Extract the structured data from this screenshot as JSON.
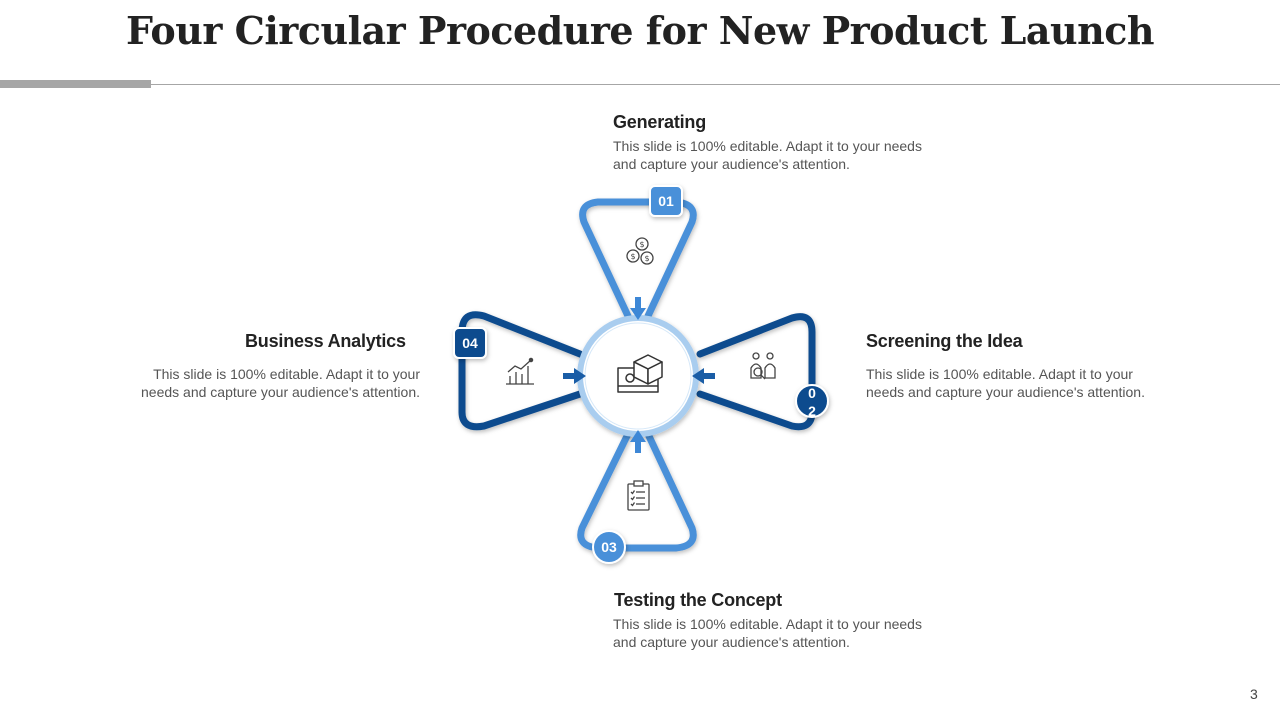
{
  "slide": {
    "title": "Four Circular Procedure for New Product Launch",
    "page_number": "3"
  },
  "steps": [
    {
      "number": "01",
      "heading": "Generating",
      "description": "This slide is 100% editable. Adapt it to your needs and capture your audience's attention.",
      "icon": "money-coins-icon",
      "color": "#4a90d9"
    },
    {
      "number": "02",
      "heading": "Screening the Idea",
      "description": "This slide is 100% editable. Adapt it to your needs and capture your audience's attention.",
      "icon": "people-screening-icon",
      "color": "#0e4c8e"
    },
    {
      "number": "03",
      "heading": "Testing the Concept",
      "description": "This slide is 100% editable. Adapt it to your needs and capture your audience's attention.",
      "icon": "clipboard-checklist-icon",
      "color": "#4a90d9"
    },
    {
      "number": "04",
      "heading": "Business Analytics",
      "description": "This slide is 100% editable. Adapt it to your needs and capture your audience's attention.",
      "icon": "analytics-chart-icon",
      "color": "#0e4c8e"
    }
  ],
  "center": {
    "icon": "product-box-blueprint-icon"
  }
}
